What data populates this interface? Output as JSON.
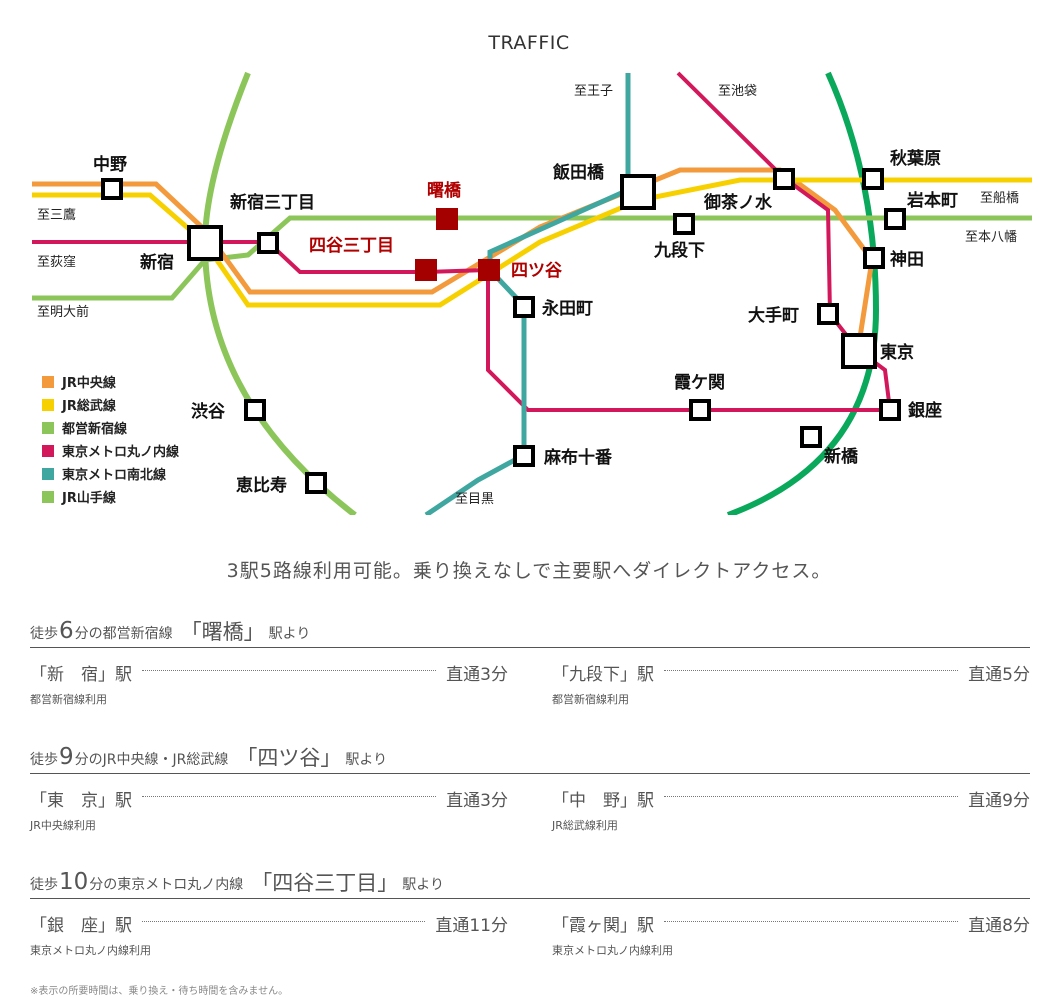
{
  "title": "TRAFFIC",
  "map": {
    "stations": {
      "nakano": "中野",
      "shinjuku": "新宿",
      "shinjuku_sanchome": "新宿三丁目",
      "akebonobashi": "曙橋",
      "yotsuya_sanchome": "四谷三丁目",
      "yotsuya": "四ツ谷",
      "iidabashi": "飯田橋",
      "kudanshita": "九段下",
      "ochanomizu": "御茶ノ水",
      "akihabara": "秋葉原",
      "iwamotocho": "岩本町",
      "kanda": "神田",
      "otemachi": "大手町",
      "tokyo": "東京",
      "nagatacho": "永田町",
      "kasumigaseki": "霞ケ関",
      "ginza": "銀座",
      "shimbashi": "新橋",
      "azabu_juban": "麻布十番",
      "shibuya": "渋谷",
      "ebisu": "恵比寿"
    },
    "directions": {
      "oji": "至王子",
      "ikebukuro": "至池袋",
      "mitaka": "至三鷹",
      "ogikubo": "至荻窪",
      "meidaimae": "至明大前",
      "funabashi": "至船橋",
      "motoyawata": "至本八幡",
      "meguro": "至目黒"
    },
    "legend": [
      {
        "label": "JR中央線",
        "color": "#f39a3c"
      },
      {
        "label": "JR総武線",
        "color": "#f7d000"
      },
      {
        "label": "都営新宿線",
        "color": "#8cc65a"
      },
      {
        "label": "東京メトロ丸ノ内線",
        "color": "#d2185a"
      },
      {
        "label": "東京メトロ南北線",
        "color": "#3fa7a0"
      },
      {
        "label": "JR山手線",
        "color": "#8cc65a"
      }
    ],
    "colors": {
      "chuo": "#f39a3c",
      "sobu": "#f7d000",
      "shinjuku_line": "#8cc65a",
      "marunouchi": "#d2185a",
      "namboku": "#3fa7a0",
      "yamanote_west": "#8cc65a",
      "yamanote_east": "#0aa85a",
      "highlight": "#a50000"
    }
  },
  "tagline": "3駅5路線利用可能。乗り換えなしで主要駅へダイレクトアクセス。",
  "sections": [
    {
      "walk_prefix": "徒歩",
      "walk_minutes": "6",
      "walk_unit": "分の",
      "line": "都営新宿線",
      "station": "「曙橋」",
      "suffix": "駅より",
      "routes": [
        {
          "dest": "「新　宿」駅",
          "time_label": "直通3分",
          "sub": "都営新宿線利用"
        },
        {
          "dest": "「九段下」駅",
          "time_label": "直通5分",
          "sub": "都営新宿線利用"
        }
      ]
    },
    {
      "walk_prefix": "徒歩",
      "walk_minutes": "9",
      "walk_unit": "分の",
      "line": "JR中央線・JR総武線",
      "station": "「四ツ谷」",
      "suffix": "駅より",
      "routes": [
        {
          "dest": "「東　京」駅",
          "time_label": "直通3分",
          "sub": "JR中央線利用"
        },
        {
          "dest": "「中　野」駅",
          "time_label": "直通9分",
          "sub": "JR総武線利用"
        }
      ]
    },
    {
      "walk_prefix": "徒歩",
      "walk_minutes": "10",
      "walk_unit": "分の",
      "line": "東京メトロ丸ノ内線",
      "station": "「四谷三丁目」",
      "suffix": "駅より",
      "routes": [
        {
          "dest": "「銀　座」駅",
          "time_label": "直通11分",
          "sub": "東京メトロ丸ノ内線利用"
        },
        {
          "dest": "「霞ヶ関」駅",
          "time_label": "直通8分",
          "sub": "東京メトロ丸ノ内線利用"
        }
      ]
    }
  ],
  "footnote": "※表示の所要時間は、乗り換え・待ち時間を含みません。"
}
